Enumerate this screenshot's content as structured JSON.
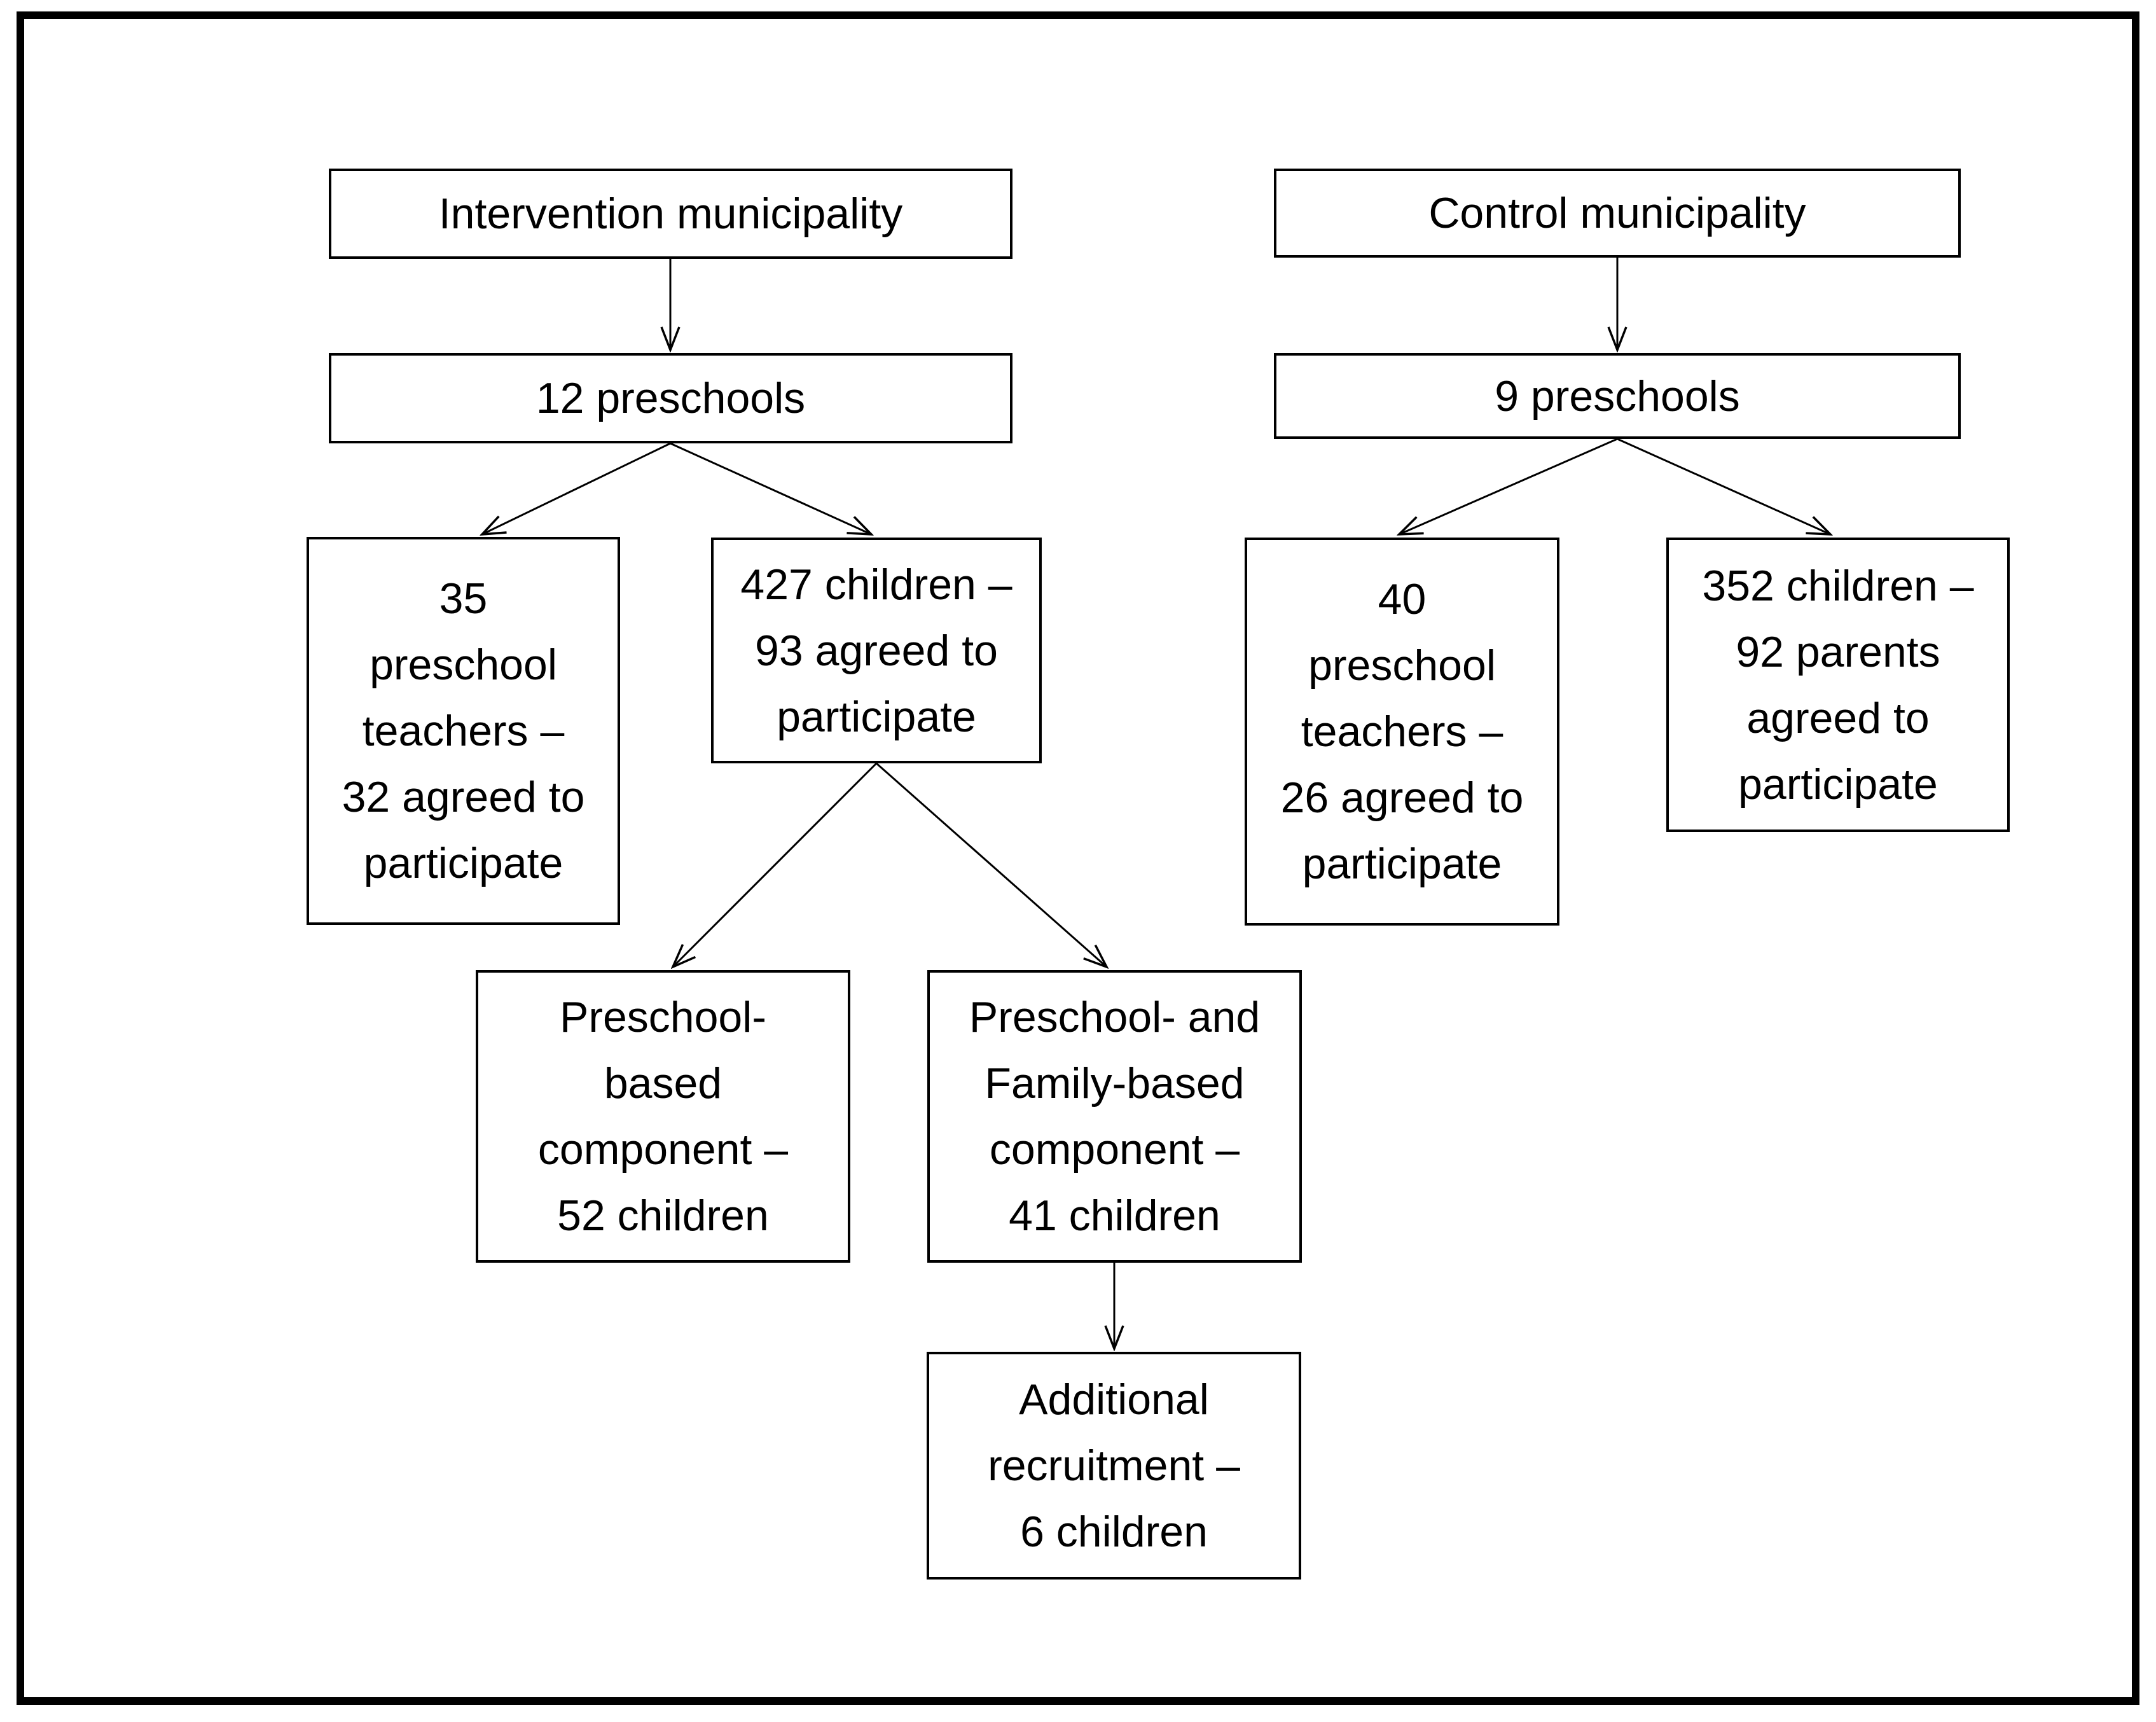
{
  "diagram": {
    "background_color": "#ffffff",
    "line_color": "#000000",
    "nodes": [
      {
        "id": "intervention-municipality",
        "label": "Intervention municipality"
      },
      {
        "id": "intervention-preschools",
        "label": "12 preschools"
      },
      {
        "id": "intervention-teachers",
        "label": "35\npreschool\nteachers –\n32 agreed to\nparticipate"
      },
      {
        "id": "intervention-children",
        "label": "427 children –\n93 agreed to\nparticipate"
      },
      {
        "id": "preschool-based-component",
        "label": "Preschool-\nbased\ncomponent –\n52 children"
      },
      {
        "id": "preschool-family-component",
        "label": "Preschool- and\nFamily-based\ncomponent –\n41 children"
      },
      {
        "id": "additional-recruitment",
        "label": "Additional\nrecruitment –\n6 children"
      },
      {
        "id": "control-municipality",
        "label": "Control municipality"
      },
      {
        "id": "control-preschools",
        "label": "9 preschools"
      },
      {
        "id": "control-teachers",
        "label": "40\npreschool\nteachers –\n26 agreed to\nparticipate"
      },
      {
        "id": "control-children",
        "label": "352 children –\n92 parents\nagreed to\nparticipate"
      }
    ]
  }
}
